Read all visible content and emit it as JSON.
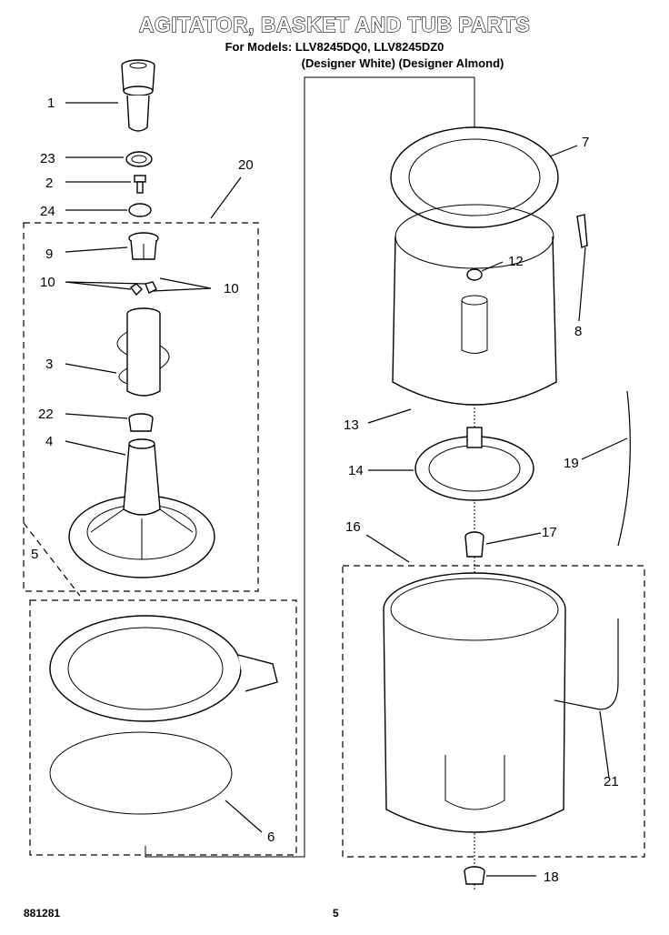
{
  "header": {
    "title": "AGITATOR, BASKET AND TUB PARTS",
    "models": "For Models: LLV8245DQ0, LLV8245DZ0",
    "variants": "(Designer White)  (Designer Almond)"
  },
  "footer": {
    "code": "881281",
    "page_number": "5"
  },
  "callouts": [
    "1",
    "23",
    "2",
    "24",
    "20",
    "9",
    "10",
    "10",
    "3",
    "22",
    "4",
    "5",
    "6",
    "7",
    "12",
    "8",
    "13",
    "14",
    "19",
    "16",
    "17",
    "21",
    "18"
  ]
}
